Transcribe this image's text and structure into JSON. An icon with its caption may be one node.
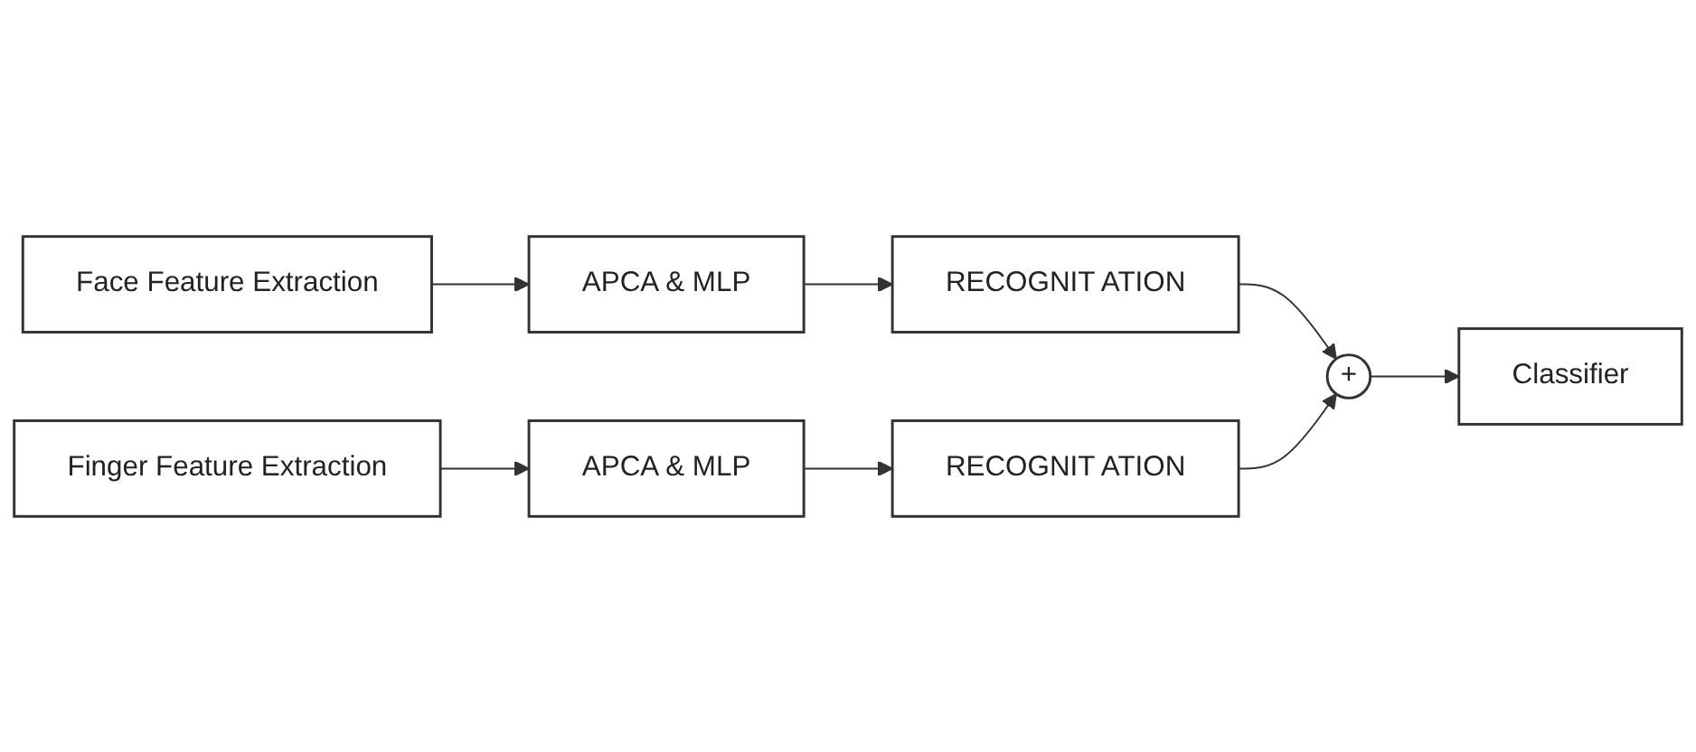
{
  "diagram": {
    "nodes": [
      {
        "text": [
          "Face Feature Extraction"
        ]
      },
      {
        "text": [
          "APCA & MLP"
        ]
      },
      {
        "text": [
          "RECOGNIT ATION"
        ]
      },
      {
        "text": [
          "+"
        ]
      },
      {
        "text": [
          "Classifier"
        ]
      },
      {
        "text": [
          "Finger Feature Extraction"
        ]
      },
      {
        "text": [
          "APCA & MLP"
        ]
      },
      {
        "text": [
          "RECOGNIT ATION"
        ]
      }
    ],
    "edges": [
      {
        "from": 0,
        "to": 1,
        "arrow": "to"
      },
      {
        "from": 1,
        "to": 2,
        "arrow": "to"
      },
      {
        "from": 2,
        "to": 3,
        "arrow": "to"
      },
      {
        "from": 5,
        "to": 6,
        "arrow": "to"
      },
      {
        "from": 6,
        "to": 7,
        "arrow": "to"
      },
      {
        "from": 7,
        "to": 3,
        "arrow": "to"
      },
      {
        "from": 3,
        "to": 4,
        "arrow": "to"
      }
    ]
  }
}
